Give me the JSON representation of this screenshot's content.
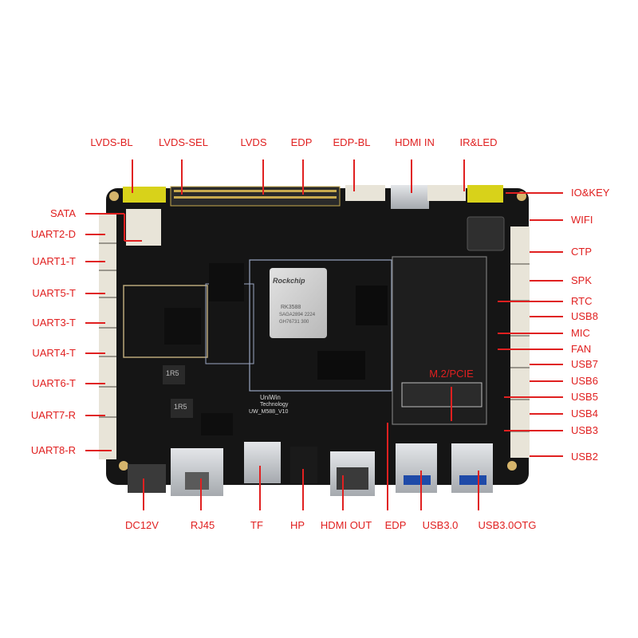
{
  "labels": {
    "top": [
      "LVDS-BL",
      "LVDS-SEL",
      "LVDS",
      "EDP",
      "EDP-BL",
      "HDMI IN",
      "IR&LED"
    ],
    "left": [
      "SATA",
      "UART2-D",
      "UART1-T",
      "UART5-T",
      "UART3-T",
      "UART4-T",
      "UART6-T",
      "UART7-R",
      "UART8-R"
    ],
    "right": [
      "IO&KEY",
      "WIFI",
      "CTP",
      "SPK",
      "RTC",
      "USB8",
      "MIC",
      "FAN",
      "USB7",
      "USB6",
      "USB5",
      "USB4",
      "USB3",
      "USB2"
    ],
    "bottom": [
      "DC12V",
      "RJ45",
      "TF",
      "HP",
      "HDMI OUT",
      "EDP",
      "USB3.0",
      "USB3.0OTG"
    ],
    "inner": [
      "M.2/PCIE"
    ]
  },
  "board": {
    "chip_brand": "Rockchip",
    "chip_model": "RK3588",
    "chip_line2": "SAGA2894 2224",
    "chip_line3": "GH76731 300",
    "maker_name": "UniWin",
    "maker_sub": "Technology",
    "board_id": "UW_M588_V10",
    "inductor_1": "1R5",
    "inductor_2": "1R5"
  },
  "colors": {
    "label": "#e02020",
    "pcb": "#151515",
    "connector": "#e8e4d8",
    "connector_yellow": "#d8d21a",
    "metal": "#c9ccd0"
  }
}
